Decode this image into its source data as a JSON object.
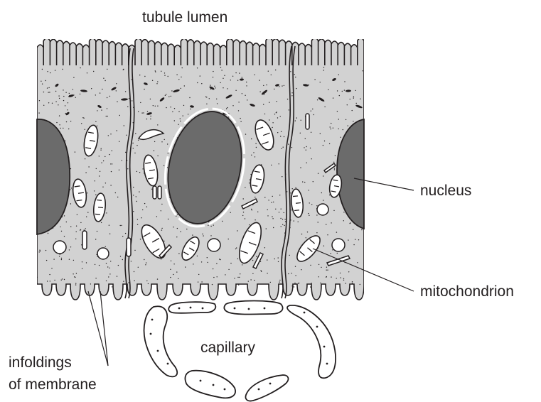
{
  "labels": {
    "tubule_lumen": "tubule lumen",
    "nucleus": "nucleus",
    "mitochondrion": "mitochondrion",
    "capillary": "capillary",
    "infoldings_line1": "infoldings",
    "infoldings_line2": "of membrane"
  },
  "colors": {
    "cytoplasm": "#d2d2d2",
    "nucleus": "#6b6b6b",
    "outline": "#231f20",
    "background": "#ffffff"
  }
}
